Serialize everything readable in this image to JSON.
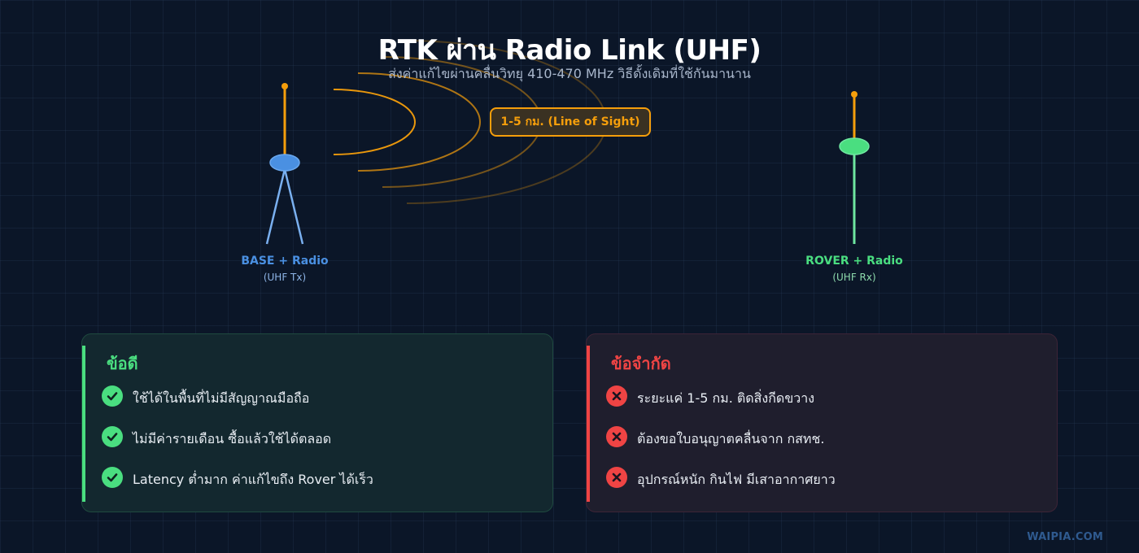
{
  "header": {
    "title": "RTK ผ่าน Radio Link (UHF)",
    "subtitle": "ส่งค่าแก้ไขผ่านคลื่นวิทยุ 410-470 MHz วิธีดั้งเดิมที่ใช้กันมานาน"
  },
  "diagram": {
    "range_label": "1-5 กม. (Line of Sight)",
    "base": {
      "label": "BASE + Radio",
      "sub": "(UHF Tx)",
      "color": "#4a90e2"
    },
    "rover": {
      "label": "ROVER + Radio",
      "sub": "(UHF Rx)",
      "color": "#4ade80"
    },
    "antenna_color": "#f59e0b",
    "signal_color": "#f59e0b"
  },
  "pros": {
    "title": "ข้อดี",
    "icon": "check-circle-icon",
    "color": "#4ade80",
    "items": [
      "ใช้ได้ในพื้นที่ไม่มีสัญญาณมือถือ",
      "ไม่มีค่ารายเดือน ซื้อแล้วใช้ได้ตลอด",
      "Latency ต่ำมาก ค่าแก้ไขถึง Rover ได้เร็ว"
    ]
  },
  "cons": {
    "title": "ข้อจำกัด",
    "icon": "x-circle-icon",
    "color": "#ef4444",
    "items": [
      "ระยะแค่ 1-5 กม. ติดสิ่งกีดขวาง",
      "ต้องขอใบอนุญาตคลื่นจาก กสทช.",
      "อุปกรณ์หนัก กินไฟ มีเสาอากาศยาว"
    ]
  },
  "footer": {
    "brand": "WAIPIA.COM"
  }
}
